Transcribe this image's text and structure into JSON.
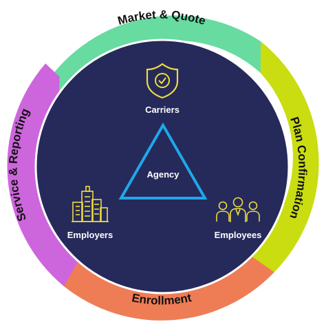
{
  "colors": {
    "market_quote": "#67dba0",
    "plan_confirmation": "#c9dd10",
    "enrollment": "#ee7d55",
    "service_reporting": "#cd66dc",
    "center_fill": "#262a5a",
    "center_border": "#ffffff",
    "icon_yellow": "#eedd3c",
    "triangle_cyan": "#1ea8ea",
    "label_white": "#ffffff",
    "ring_text": "#111111"
  },
  "ring": {
    "market_quote": "Market & Quote",
    "plan_confirmation": "Plan Confirmation",
    "enrollment": "Enrollment",
    "service_reporting": "Service & Reporting"
  },
  "nodes": {
    "carriers": {
      "label": "Carriers",
      "icon": "shield-check-icon"
    },
    "agency": {
      "label": "Agency"
    },
    "employers": {
      "label": "Employers",
      "icon": "office-buildings-icon"
    },
    "employees": {
      "label": "Employees",
      "icon": "people-group-icon"
    }
  }
}
